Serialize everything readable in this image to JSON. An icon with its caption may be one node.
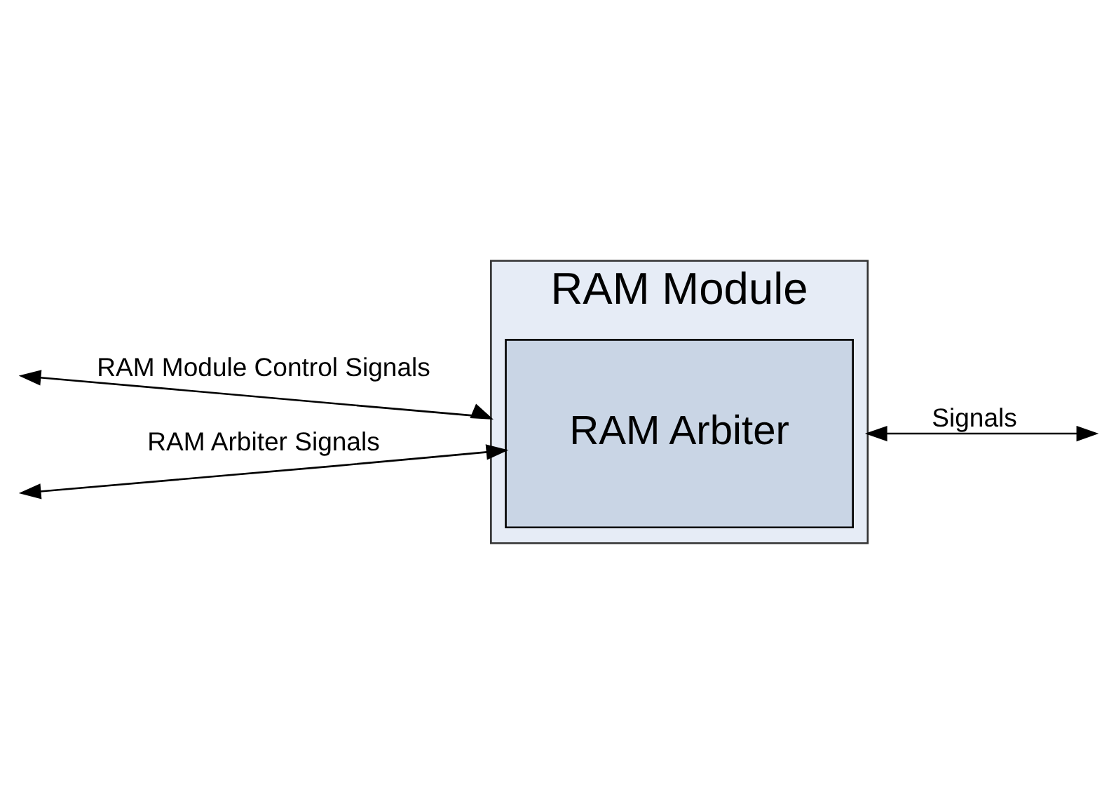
{
  "diagram": {
    "nodes": [
      {
        "text": [
          "RAM Module"
        ]
      },
      {
        "text": [
          "RAM Arbiter"
        ],
        "in": 0
      }
    ],
    "edges": [
      {
        "from": null,
        "to": 0,
        "arrow": "both",
        "label": "RAM Module Control Signals"
      },
      {
        "from": 0,
        "to": null,
        "arrow": "both",
        "label": "Signals"
      },
      {
        "from": null,
        "to": 1,
        "arrow": "both",
        "label": "RAM Arbiter Signals"
      }
    ]
  }
}
